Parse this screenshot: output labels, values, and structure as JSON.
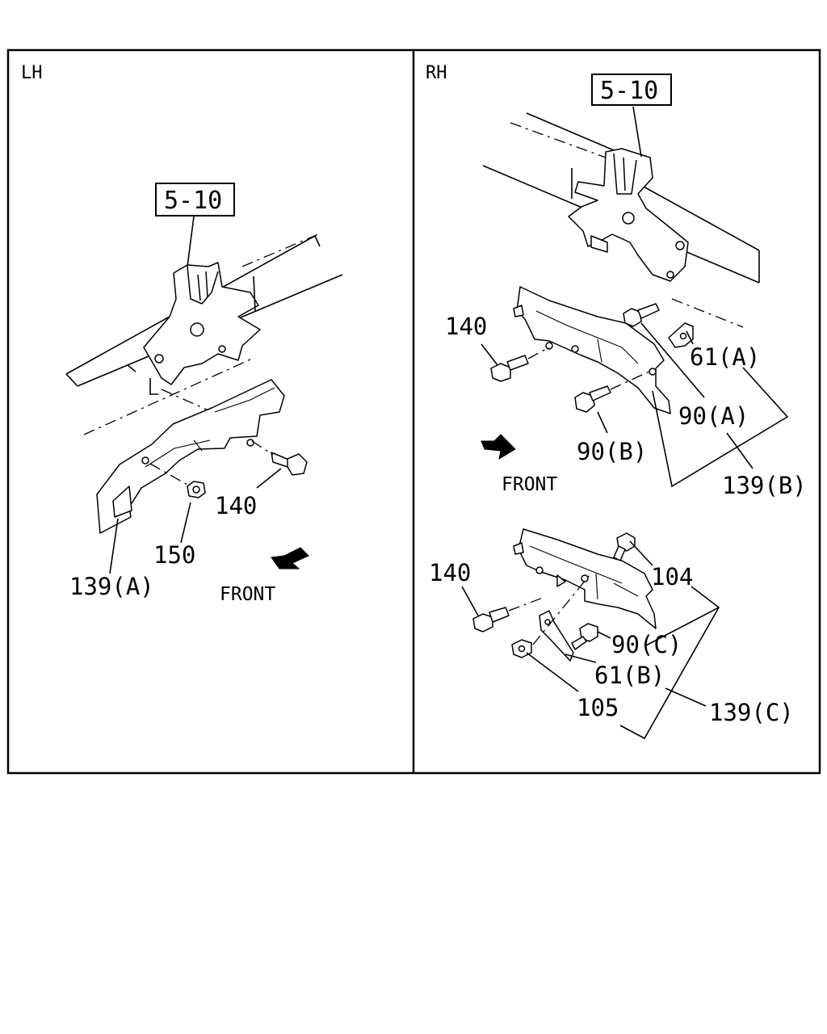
{
  "panels": {
    "left": {
      "header": "LH",
      "reference": "5-10",
      "front_label": "FRONT",
      "callouts": {
        "p139a": "139(A)",
        "p150": "150",
        "p140": "140"
      }
    },
    "right": {
      "header": "RH",
      "reference": "5-10",
      "front_label": "FRONT",
      "upper_callouts": {
        "p140": "140",
        "p61a": "61(A)",
        "p90a": "90(A)",
        "p90b": "90(B)",
        "p139b": "139(B)"
      },
      "lower_callouts": {
        "p140": "140",
        "p104": "104",
        "p90c": "90(C)",
        "p61b": "61(B)",
        "p105": "105",
        "p139c": "139(C)"
      }
    }
  }
}
